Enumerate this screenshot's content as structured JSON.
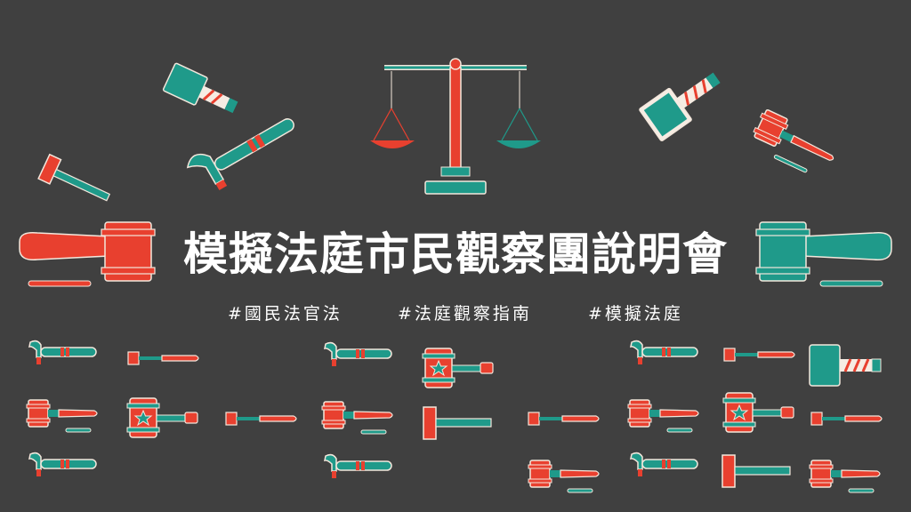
{
  "title": "模擬法庭市民觀察團說明會",
  "hashtags": [
    "#國民法官法",
    "#法庭觀察指南",
    "#模擬法庭"
  ],
  "colors": {
    "background": "#404040",
    "red": "#e8402f",
    "teal": "#1f9a8a",
    "cream": "#f6ece3",
    "outline": "#f3e7dc"
  },
  "icons": [
    "scales-of-justice-icon",
    "gavel-icon",
    "mallet-icon",
    "hammer-icon"
  ]
}
